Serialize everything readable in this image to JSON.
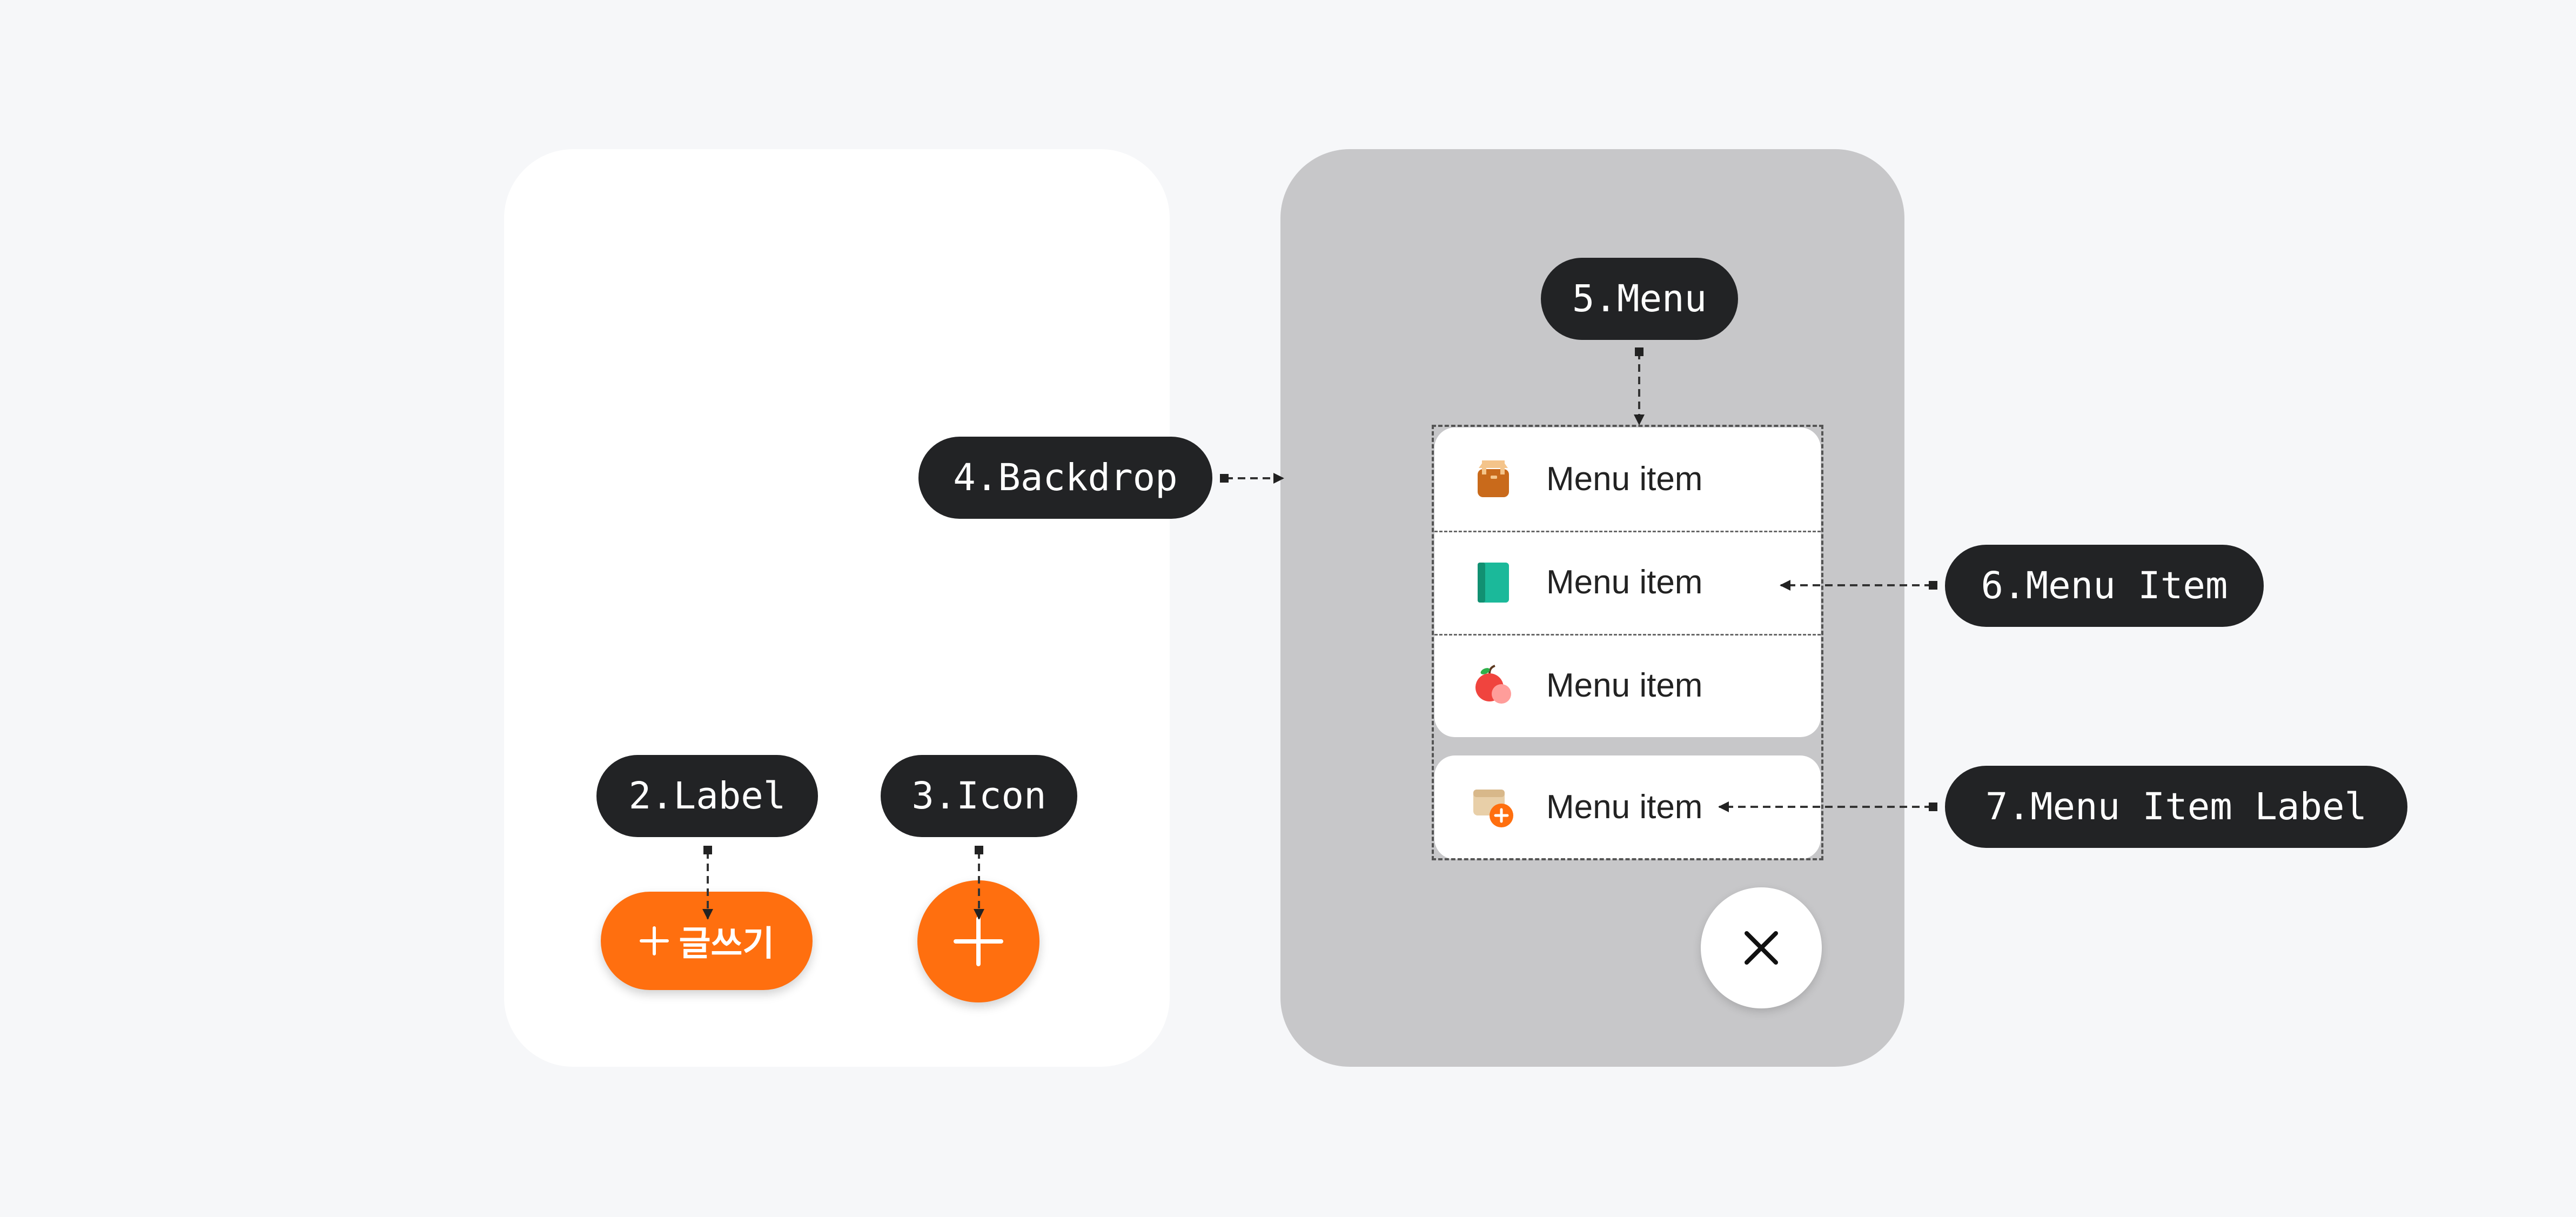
{
  "callouts": {
    "label": "2.Label",
    "icon": "3.Icon",
    "backdrop": "4.Backdrop",
    "menu": "5.Menu",
    "menu_item": "6.Menu Item",
    "menu_item_label": "7.Menu Item Label"
  },
  "fab": {
    "label_text": "글쓰기",
    "label_icon": "plus-icon",
    "icon": "plus-icon"
  },
  "menu": {
    "items": [
      {
        "label": "Menu item",
        "icon": "box-icon"
      },
      {
        "label": "Menu item",
        "icon": "book-icon"
      },
      {
        "label": "Menu item",
        "icon": "apple-icon"
      },
      {
        "label": "Menu item",
        "icon": "box-plus-icon"
      }
    ],
    "close_icon": "close-icon"
  },
  "colors": {
    "accent": "#ff6f0f",
    "tag_bg": "#222325",
    "backdrop": "#c7c7c9",
    "background": "#f6f7f9"
  }
}
